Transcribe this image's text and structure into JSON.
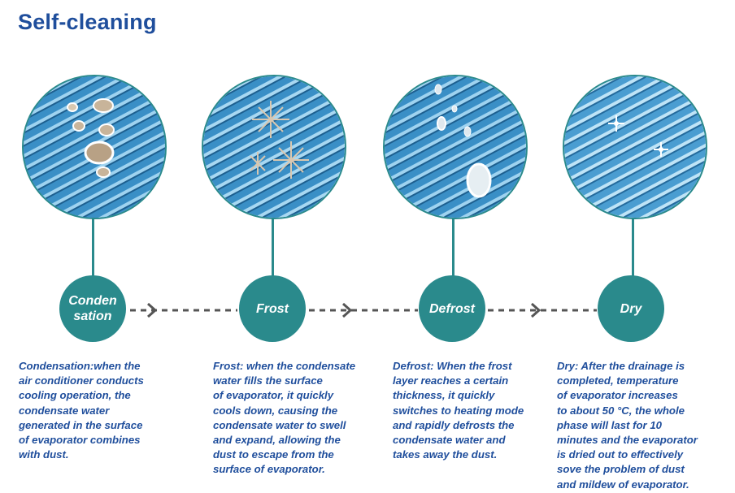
{
  "title": "Self-cleaning",
  "stages": [
    {
      "label": "Conden\nsation",
      "description": "Condensation:when the\nair conditioner conducts\ncooling operation, the\ncondensate water\ngenerated in the surface\nof evaporator combines\nwith dust."
    },
    {
      "label": "Frost",
      "description": "Frost: when the condensate\nwater fills the surface\nof evaporator, it quickly\ncools down, causing the\ncondensate water to swell\nand expand, allowing the\ndust to escape from the\nsurface of evaporator."
    },
    {
      "label": "Defrost",
      "description": "Defrost: When the frost\nlayer reaches a certain\nthickness, it quickly\nswitches to heating mode\nand rapidly defrosts the\ncondensate water and\ntakes away the dust."
    },
    {
      "label": "Dry",
      "description": "Dry: After the drainage is\ncompleted, temperature\nof evaporator increases\nto about 50 °C, the whole\nphase will last for 10\nminutes and the evaporator\nis dried out to effectively\nsove the problem of dust\nand mildew of evaporator."
    }
  ],
  "colors": {
    "title": "#1f4e9c",
    "accent": "#2a8a8c",
    "connector": "#555555",
    "fin_blue": "#3f8fc4"
  },
  "icons": [
    "water-droplets-icon",
    "frost-crystals-icon",
    "melting-drops-icon",
    "dry-sparkle-icon"
  ]
}
